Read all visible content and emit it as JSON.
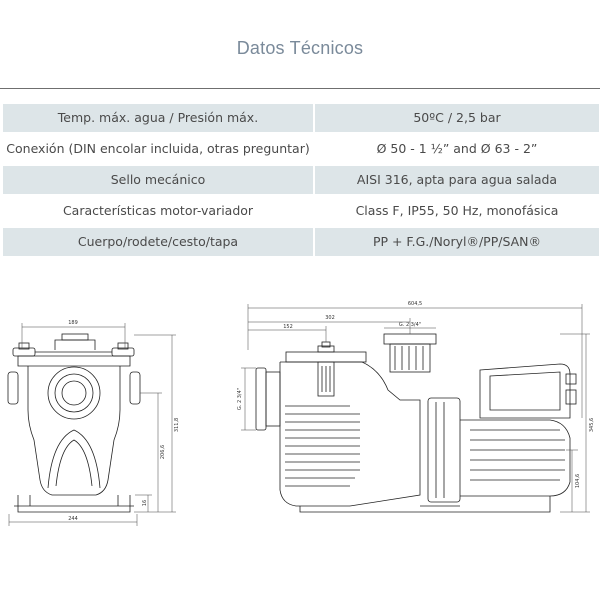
{
  "title": "Datos Técnicos",
  "specs": [
    {
      "label": "Temp. máx. agua / Presión máx.",
      "value": "50ºC / 2,5 bar",
      "shaded": true
    },
    {
      "label": "Conexión (DIN encolar incluida, otras preguntar)",
      "value": "Ø 50 - 1 ½” and Ø 63 - 2”",
      "shaded": false
    },
    {
      "label": "Sello mecánico",
      "value": "AISI 316, apta para agua salada",
      "shaded": true
    },
    {
      "label": "Características motor-variador",
      "value": "Class F, IP55, 50 Hz, monofásica",
      "shaded": false
    },
    {
      "label": "Cuerpo/rodete/cesto/tapa",
      "value": "PP + F.G./Noryl®/PP/SAN®",
      "shaded": true
    }
  ],
  "dimensions": {
    "front_top_width": "189",
    "front_base_width": "244",
    "front_total_height": "311,8",
    "front_axis_height": "206,6",
    "front_base_height": "16",
    "side_total_length": "604,5",
    "side_inlet_to_outlet": "302",
    "side_inlet_offset": "152",
    "side_outlet_thread": "G. 2 3/4\"",
    "side_inlet_thread": "G. 2 3/4\"",
    "side_total_height": "345,6",
    "side_axis_height": "104,6"
  }
}
